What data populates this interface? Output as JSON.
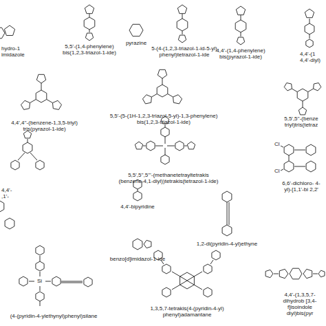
{
  "diagram": {
    "labels": [
      "hydro-1 imidazole",
      "5,5'-(1,4-phenylene) bis(1,2,3-triazol-1-ide)",
      "pyrazine",
      "5-(4-(1,2,3-triazol-1-id-5-yl) phenyl)tetrazol-1-ide",
      "4,4'-(1,4-phenylene) bis(pyrazol-1-ide)",
      "4,4'-(1 4,4'-diyl)",
      "4,4',4''-(benzene-1,3,5-triyl) tris(pyrazol-1-ide)",
      "5,5'-(5-(1H-1,2,3-triazol-5-yl)-1,3-phenylene) bis(1,2,3-triazol-1-ide)",
      "5,5',5''-(benze triyl)tris(tetraz",
      "5,5',5'',5'''-(methanetetrayltetrakis (benzene-4,1-diyl))tetrakis(tetrazol-1-ide)",
      "4,4'-bipyridine",
      "6,6'-dichloro- 4-yl)-[1,1'-bi 2,2'",
      "1,2-di(pyridin-4-yl)ethyne",
      "4,4'- ,1'-",
      "benzo[d]imidazol-1-ide",
      "(4-(pyridin-4-ylethynyl)phenyl)silane",
      "1,3,5,7-tetrakis(4-(pyridin-4-yl) phenyl)adamantane",
      "4,4'-(1,3,5,7- dihydrob [3,4-f]isoindole diyl)bis(pyr",
      "Cl",
      "Cl",
      "Si"
    ]
  }
}
